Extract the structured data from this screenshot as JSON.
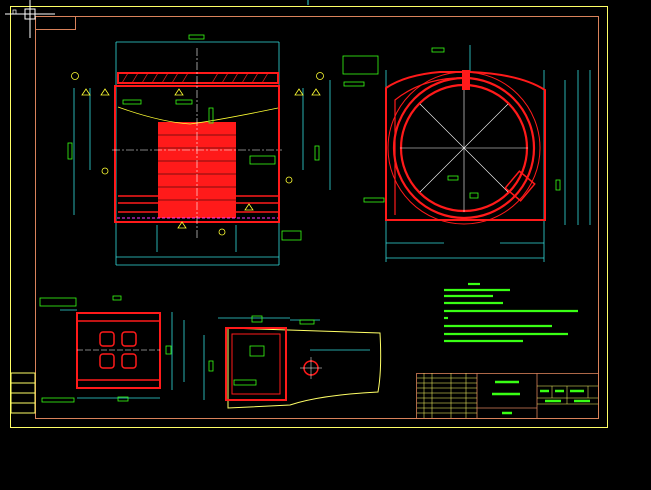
{
  "canvas": {
    "background": "#000000"
  },
  "colors": {
    "sheet_border": "#ffff66",
    "frame": "#d9825b",
    "part_outline": "#ff1a1a",
    "dimension": "#33dddd",
    "text": "#39ff14",
    "centerline": "#ffffff",
    "hidden": "#ff33ff",
    "leader": "#ffff33"
  },
  "cursor": {
    "icon": "crosshair-cursor-icon"
  },
  "views": [
    {
      "name": "front-section-view"
    },
    {
      "name": "side-section-view"
    },
    {
      "name": "detail-view-a"
    },
    {
      "name": "detail-view-b"
    }
  ],
  "title_block": {
    "icon": "title-block"
  }
}
